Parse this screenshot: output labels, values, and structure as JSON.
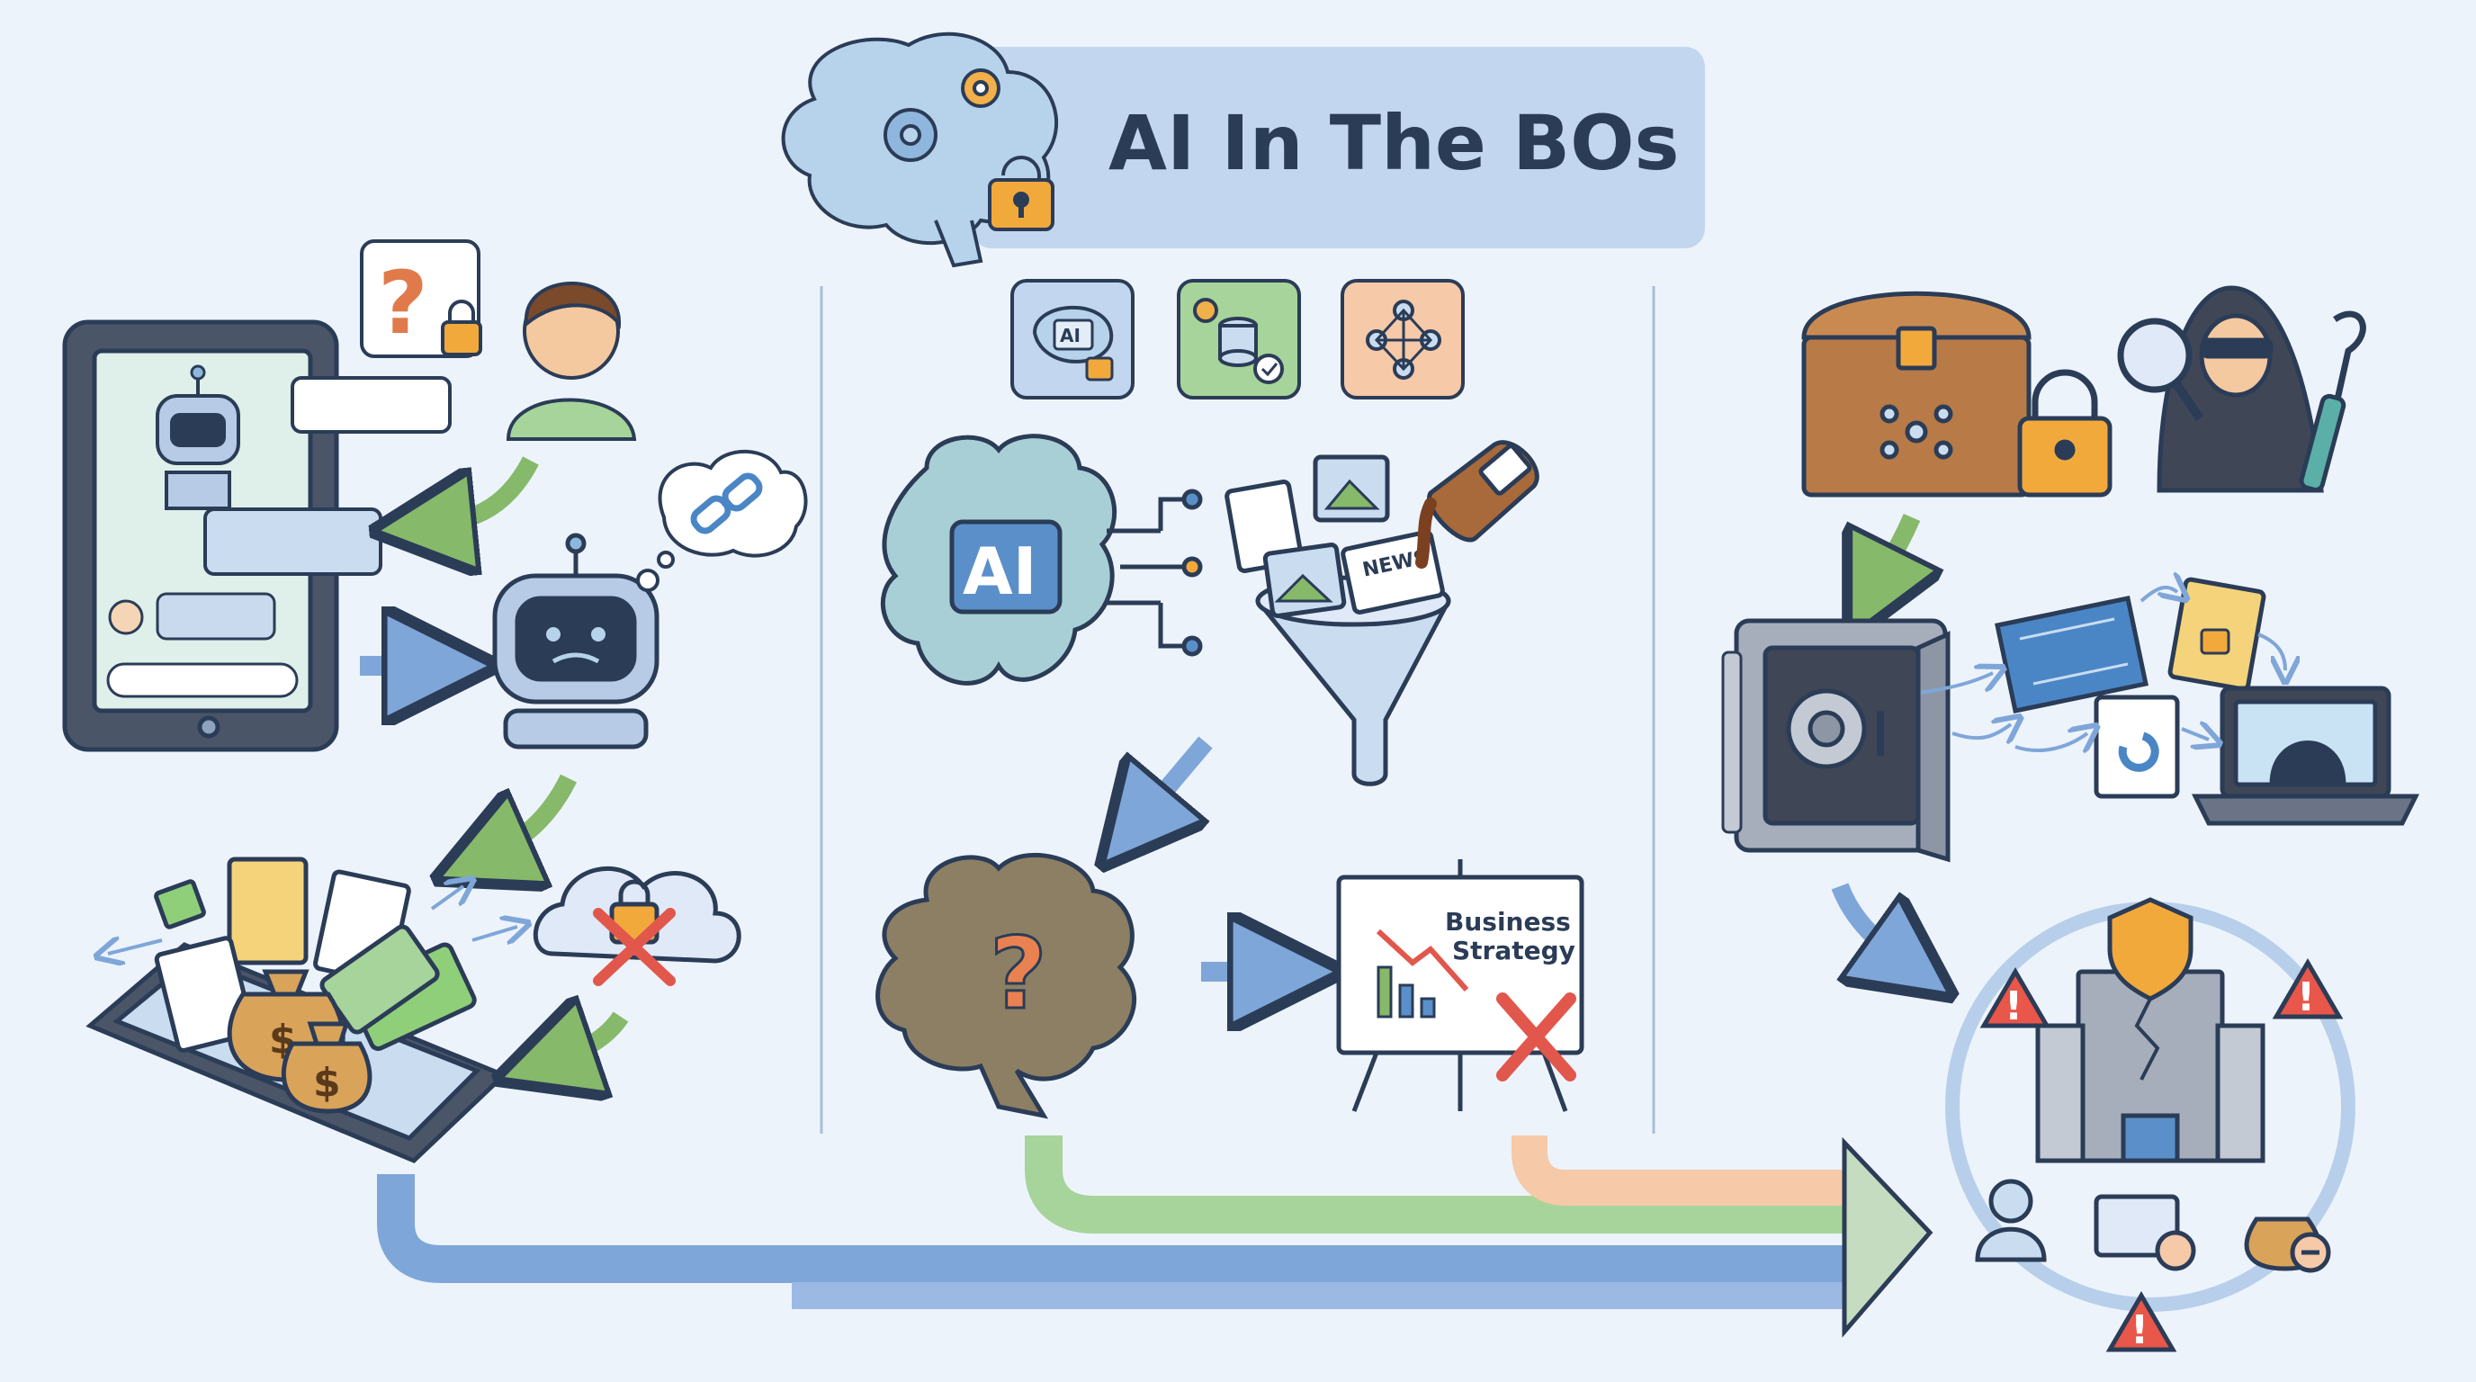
{
  "header": {
    "title": "AI In The BOs"
  },
  "poisoning": {
    "news_label": "NEWS",
    "ai_label": "AI",
    "ai_small_label": "AI"
  },
  "strategy": {
    "board_title_line1": "Business",
    "board_title_line2": "Strategy"
  },
  "colors": {
    "background": "#edf3fb",
    "title_banner": "#c3d6f0",
    "outline": "#2b3c57",
    "green_arrow": "#86b96a",
    "blue_arrow": "#7fa6d8",
    "orange_arrow": "#f2b27a",
    "red_x": "#e2574c",
    "warning": "#e8574a"
  }
}
